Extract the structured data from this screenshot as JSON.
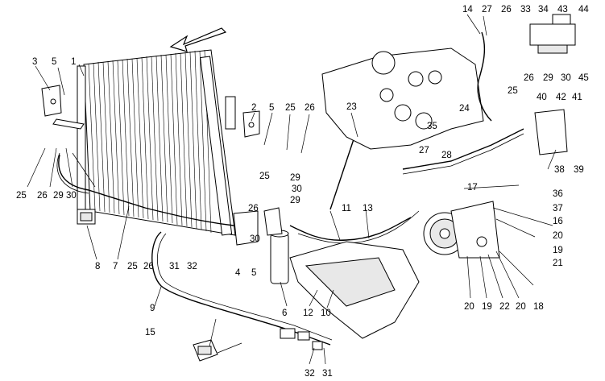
{
  "labels": {
    "l1": "1",
    "l2": "2",
    "l3": "3",
    "l4": "4",
    "l5a": "5",
    "l5b": "5",
    "l5c": "5",
    "l6": "6",
    "l7": "7",
    "l8": "8",
    "l9": "9",
    "l10": "10",
    "l11": "11",
    "l12": "12",
    "l13": "13",
    "l14": "14",
    "l15": "15",
    "l16": "16",
    "l17": "17",
    "l18": "18",
    "l19a": "19",
    "l19b": "19",
    "l20a": "20",
    "l20b": "20",
    "l20c": "20",
    "l21": "21",
    "l22": "22",
    "l23": "23",
    "l24": "24",
    "l25a": "25",
    "l25b": "25",
    "l25c": "25",
    "l25d": "25",
    "l25e": "25",
    "l26a": "26",
    "l26b": "26",
    "l26c": "26",
    "l26d": "26",
    "l26e": "26",
    "l26f": "26",
    "l27a": "27",
    "l27b": "27",
    "l28": "28",
    "l29a": "29",
    "l29b": "29",
    "l29c": "29",
    "l29d": "29",
    "l30a": "30",
    "l30b": "30",
    "l30c": "30",
    "l30d": "30",
    "l31a": "31",
    "l31b": "31",
    "l32a": "32",
    "l32b": "32",
    "l33": "33",
    "l34": "34",
    "l35": "35",
    "l36": "36",
    "l37": "37",
    "l38": "38",
    "l39": "39",
    "l40": "40",
    "l41": "41",
    "l42": "42",
    "l43": "43",
    "l44": "44",
    "l45": "45"
  }
}
